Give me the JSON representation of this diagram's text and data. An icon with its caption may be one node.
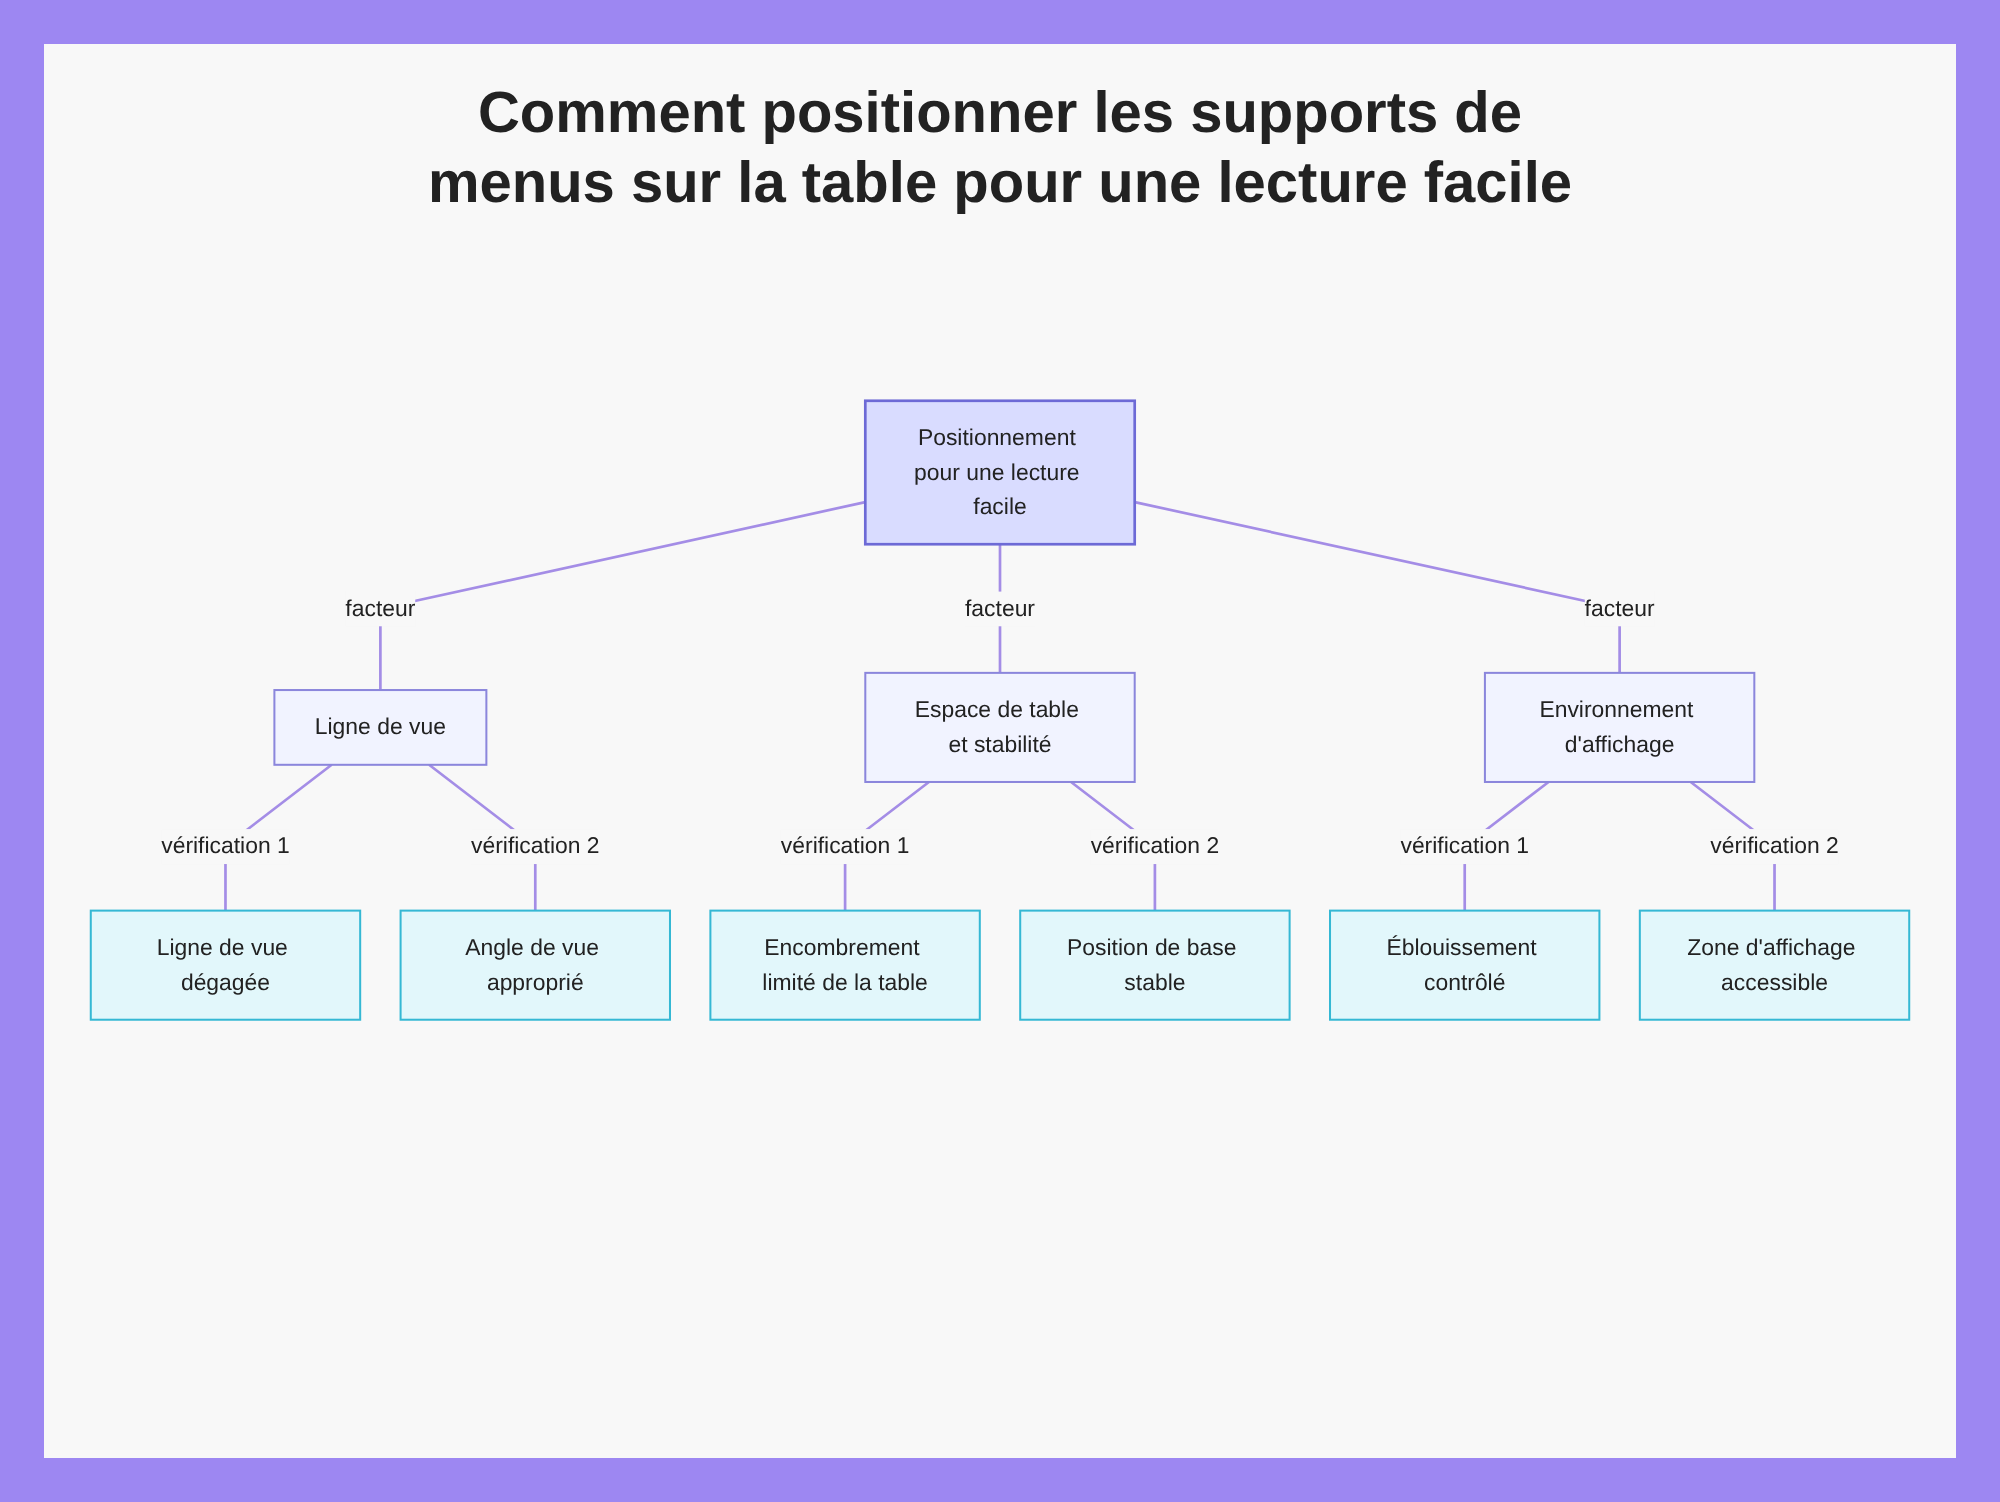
{
  "diagram": {
    "title": "Comment positionner les supports de menus sur la table pour une lecture facile",
    "nodes": [
      {
        "text": [
          "Positionnement pour une lecture facile"
        ]
      },
      {
        "text": [
          "Ligne de vue"
        ]
      },
      {
        "text": [
          "Espace de table et stabilité"
        ]
      },
      {
        "text": [
          "Environnement d'affichage"
        ]
      },
      {
        "text": [
          "Ligne de vue dégagée"
        ]
      },
      {
        "text": [
          "Angle de vue approprié"
        ]
      },
      {
        "text": [
          "Encombrement limité de la table"
        ]
      },
      {
        "text": [
          "Position de base stable"
        ]
      },
      {
        "text": [
          "Éblouissement contrôlé"
        ]
      },
      {
        "text": [
          "Zone d'affichage accessible"
        ]
      }
    ],
    "edges": [
      {
        "from": 0,
        "to": 1,
        "arrow": "none",
        "label": "facteur"
      },
      {
        "from": 0,
        "to": 2,
        "arrow": "none",
        "label": "facteur"
      },
      {
        "from": 0,
        "to": 3,
        "arrow": "none",
        "label": "facteur"
      },
      {
        "from": 1,
        "to": 4,
        "arrow": "none",
        "label": "vérification 1"
      },
      {
        "from": 1,
        "to": 5,
        "arrow": "none",
        "label": "vérification 2"
      },
      {
        "from": 2,
        "to": 6,
        "arrow": "none",
        "label": "vérification 1"
      },
      {
        "from": 2,
        "to": 7,
        "arrow": "none",
        "label": "vérification 2"
      },
      {
        "from": 3,
        "to": 8,
        "arrow": "none",
        "label": "vérification 1"
      },
      {
        "from": 3,
        "to": 9,
        "arrow": "none",
        "label": "vérification 2"
      }
    ]
  }
}
